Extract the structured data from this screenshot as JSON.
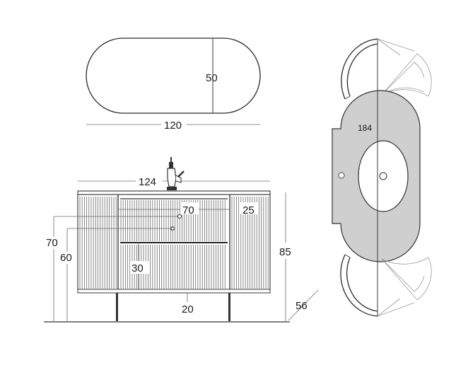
{
  "mirror": {
    "height_label": "50",
    "width_label": "120"
  },
  "vanity": {
    "top_width_label": "124",
    "drawer_width_label": "70",
    "side_panel_width_label": "25",
    "height_70_label": "70",
    "height_60_label": "60",
    "total_height_label": "85",
    "lower_drawer_label": "30",
    "legs_label": "20",
    "depth_label": "56"
  },
  "plan": {
    "total_length_label": "184"
  },
  "colors": {
    "line": "#2a2a2a",
    "plan_fill": "#cfcfcf",
    "basin_fill": "#ffffff"
  }
}
